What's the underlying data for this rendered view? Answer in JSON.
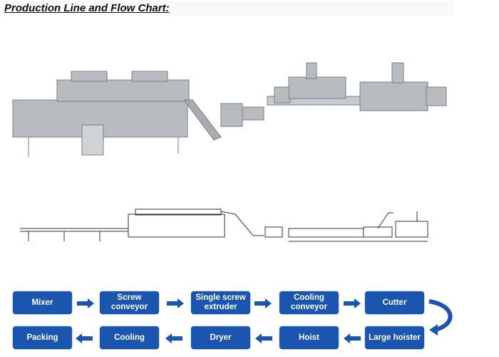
{
  "title": "Production Line and Flow Chart:",
  "colors": {
    "box": "#1a55b0",
    "machine": "#b8bcc0"
  },
  "flow": {
    "row1": [
      "Mixer",
      "Screw conveyor",
      "Single screw extruder",
      "Cooling conveyor",
      "Cutter"
    ],
    "row2": [
      "Packing",
      "Cooling",
      "Dryer",
      "Hoist",
      "Large hoister"
    ]
  }
}
